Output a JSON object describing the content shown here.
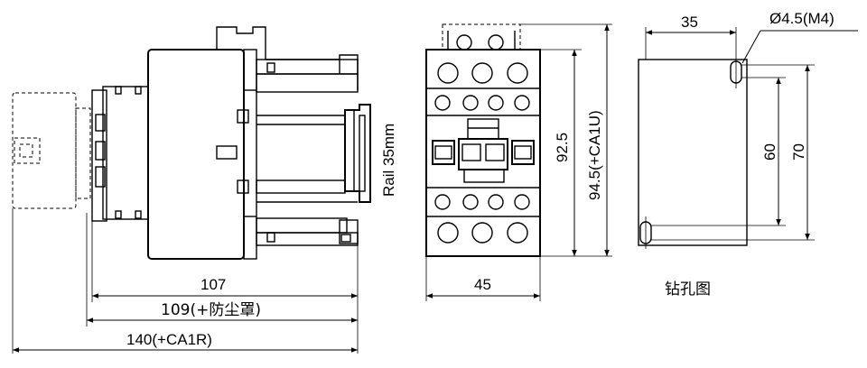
{
  "side_view": {
    "dim_107": "107",
    "dim_109": "109(+防尘罩)",
    "dim_140": "140(+CA1R)",
    "rail_label": "Rail 35mm"
  },
  "front_view": {
    "dim_45": "45",
    "dim_92_5": "92.5",
    "dim_94_5": "94.5(+CA1U)"
  },
  "drill_view": {
    "dim_35": "35",
    "hole_label": "Ø4.5(M4)",
    "dim_60": "60",
    "dim_70": "70",
    "caption": "钻孔图"
  }
}
